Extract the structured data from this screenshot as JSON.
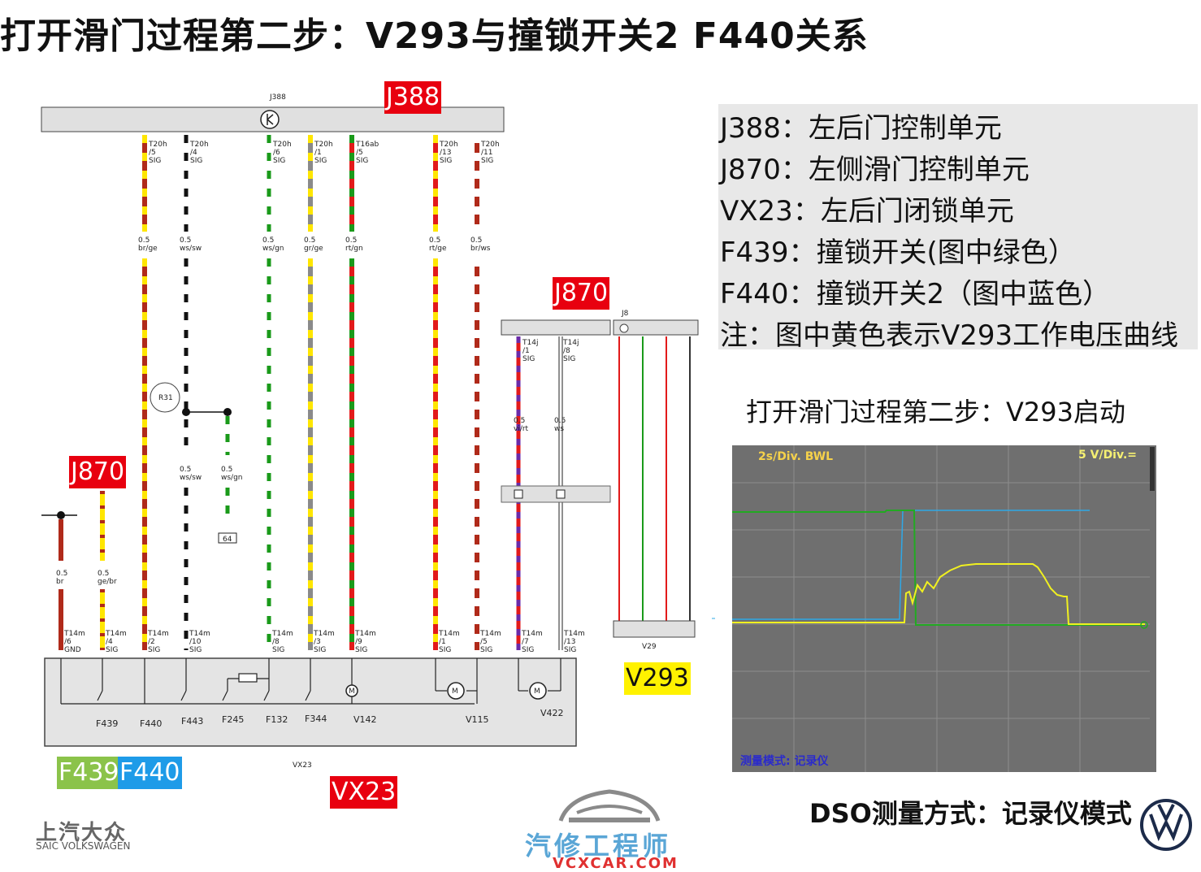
{
  "title": "打开滑门过程第二步：V293与撞锁开关2 F440关系",
  "legend": [
    "J388：左后门控制单元",
    "J870：左侧滑门控制单元",
    "VX23：左后门闭锁单元",
    "F439：撞锁开关(图中绿色）",
    "F440：撞锁开关2（图中蓝色）",
    "注：图中黄色表示V293工作电压曲线"
  ],
  "scope": {
    "title": "打开滑门过程第二步：V293启动",
    "timebase": "2s/Div. BWL",
    "vdiv": "5 V/Div.=",
    "mode": "测量模式: 记录仪",
    "trace_colors": {
      "green": "#22aa22",
      "blue": "#2fa8e6",
      "yellow": "#f0f020"
    }
  },
  "dso_text": "DSO测量方式：记录仪模式",
  "tags": {
    "j388": "J388",
    "j870_right": "J870",
    "j870_left": "J870",
    "v293": "V293",
    "f439": "F439",
    "f440": "F440",
    "vx23": "VX23"
  },
  "diagram": {
    "top_unit": "J388",
    "bottom_unit": "VX23",
    "left_unit": "J870",
    "v293_footer": "V29",
    "r31": "R31",
    "connector_64": "64",
    "top_wires": [
      {
        "pin": "T20h\n/5\nSIG",
        "gauge": "0.5",
        "color": "br/ge"
      },
      {
        "pin": "T20h\n/4\nSIG",
        "gauge": "0.5",
        "color": "ws/sw"
      },
      {
        "pin": "T20h\n/6\nSIG",
        "gauge": "0.5",
        "color": "ws/gn"
      },
      {
        "pin": "T20h\n/1\nSIG",
        "gauge": "0.5",
        "color": "gr/ge"
      },
      {
        "pin": "T16ab\n/5\nSIG",
        "gauge": "0.5",
        "color": "rt/gn"
      },
      {
        "pin": "T20h\n/13\nSIG",
        "gauge": "0.5",
        "color": "rt/ge"
      },
      {
        "pin": "T20h\n/11\nSIG",
        "gauge": "0.5",
        "color": "br/ws"
      }
    ],
    "mid_labels": [
      {
        "gauge": "0.5",
        "color": "ws/sw"
      },
      {
        "gauge": "0.5",
        "color": "ws/gn"
      }
    ],
    "left_wires": [
      {
        "gauge": "0.5",
        "color": "br"
      },
      {
        "gauge": "0.5",
        "color": "ge/br"
      }
    ],
    "j870_wires": [
      {
        "pin": "T14j\n/1\nSIG",
        "gauge": "0.5",
        "color": "vi/rt"
      },
      {
        "pin": "T14j\n/8\nSIG",
        "gauge": "0.5",
        "color": "ws"
      }
    ],
    "bottom_pins": [
      "T14m\n/6\nGND",
      "T14m\n/4\nSIG",
      "T14m\n/2\nSIG",
      "T14m\n/10\nSIG",
      "T14m\n/8\nSIG",
      "T14m\n/3\nSIG",
      "T14m\n/9\nSIG",
      "T14m\n/1\nSIG",
      "T14m\n/5\nSIG",
      "T14m\n/7\nSIG",
      "T14m\n/13\nSIG"
    ],
    "components": [
      "F439",
      "F440",
      "F443",
      "F245",
      "F132",
      "F344",
      "V142",
      "V115",
      "V422"
    ]
  },
  "logos": {
    "saic_cn": "上汽大众",
    "saic_en": "SAIC VOLKSWAGEN",
    "watermark_cn": "汽修工程师",
    "watermark_en": "VCXCAR.COM"
  }
}
